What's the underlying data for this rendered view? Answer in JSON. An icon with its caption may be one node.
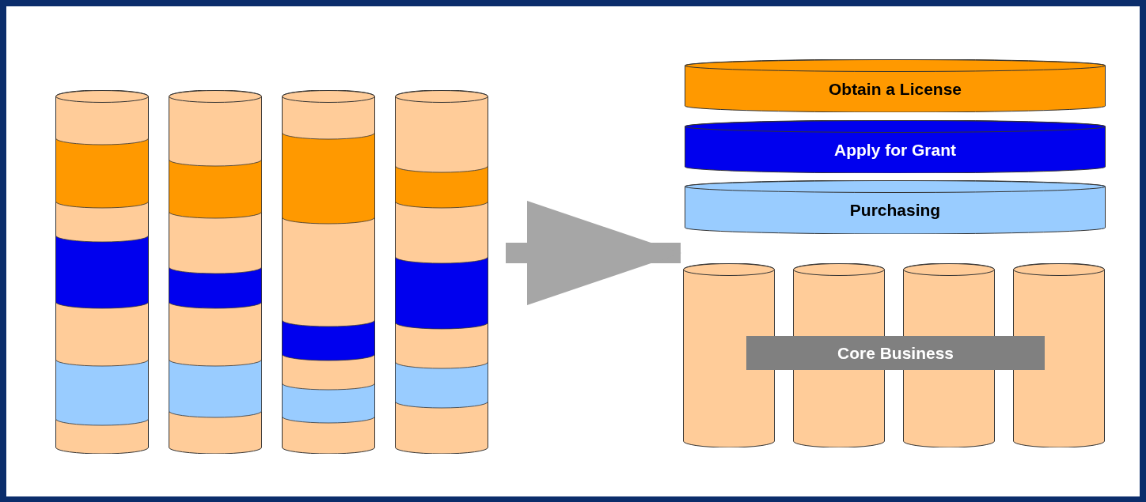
{
  "diagram": {
    "nodes": [
      {
        "text": [],
        "shape": "cylinder"
      },
      {
        "text": [],
        "shape": "cylinder"
      },
      {
        "text": [],
        "shape": "cylinder"
      },
      {
        "text": [],
        "shape": "cylinder"
      },
      {
        "text": [
          "Obtain a License"
        ]
      },
      {
        "text": [
          "Apply for Grant"
        ]
      },
      {
        "text": [
          "Purchasing"
        ]
      },
      {
        "text": [],
        "shape": "cylinder"
      },
      {
        "text": [],
        "shape": "cylinder"
      },
      {
        "text": [],
        "shape": "cylinder"
      },
      {
        "text": [],
        "shape": "cylinder"
      },
      {
        "text": [
          "Core Business"
        ]
      }
    ],
    "edges": [
      {
        "from": 3,
        "to": 7,
        "arrow": "to"
      }
    ]
  }
}
